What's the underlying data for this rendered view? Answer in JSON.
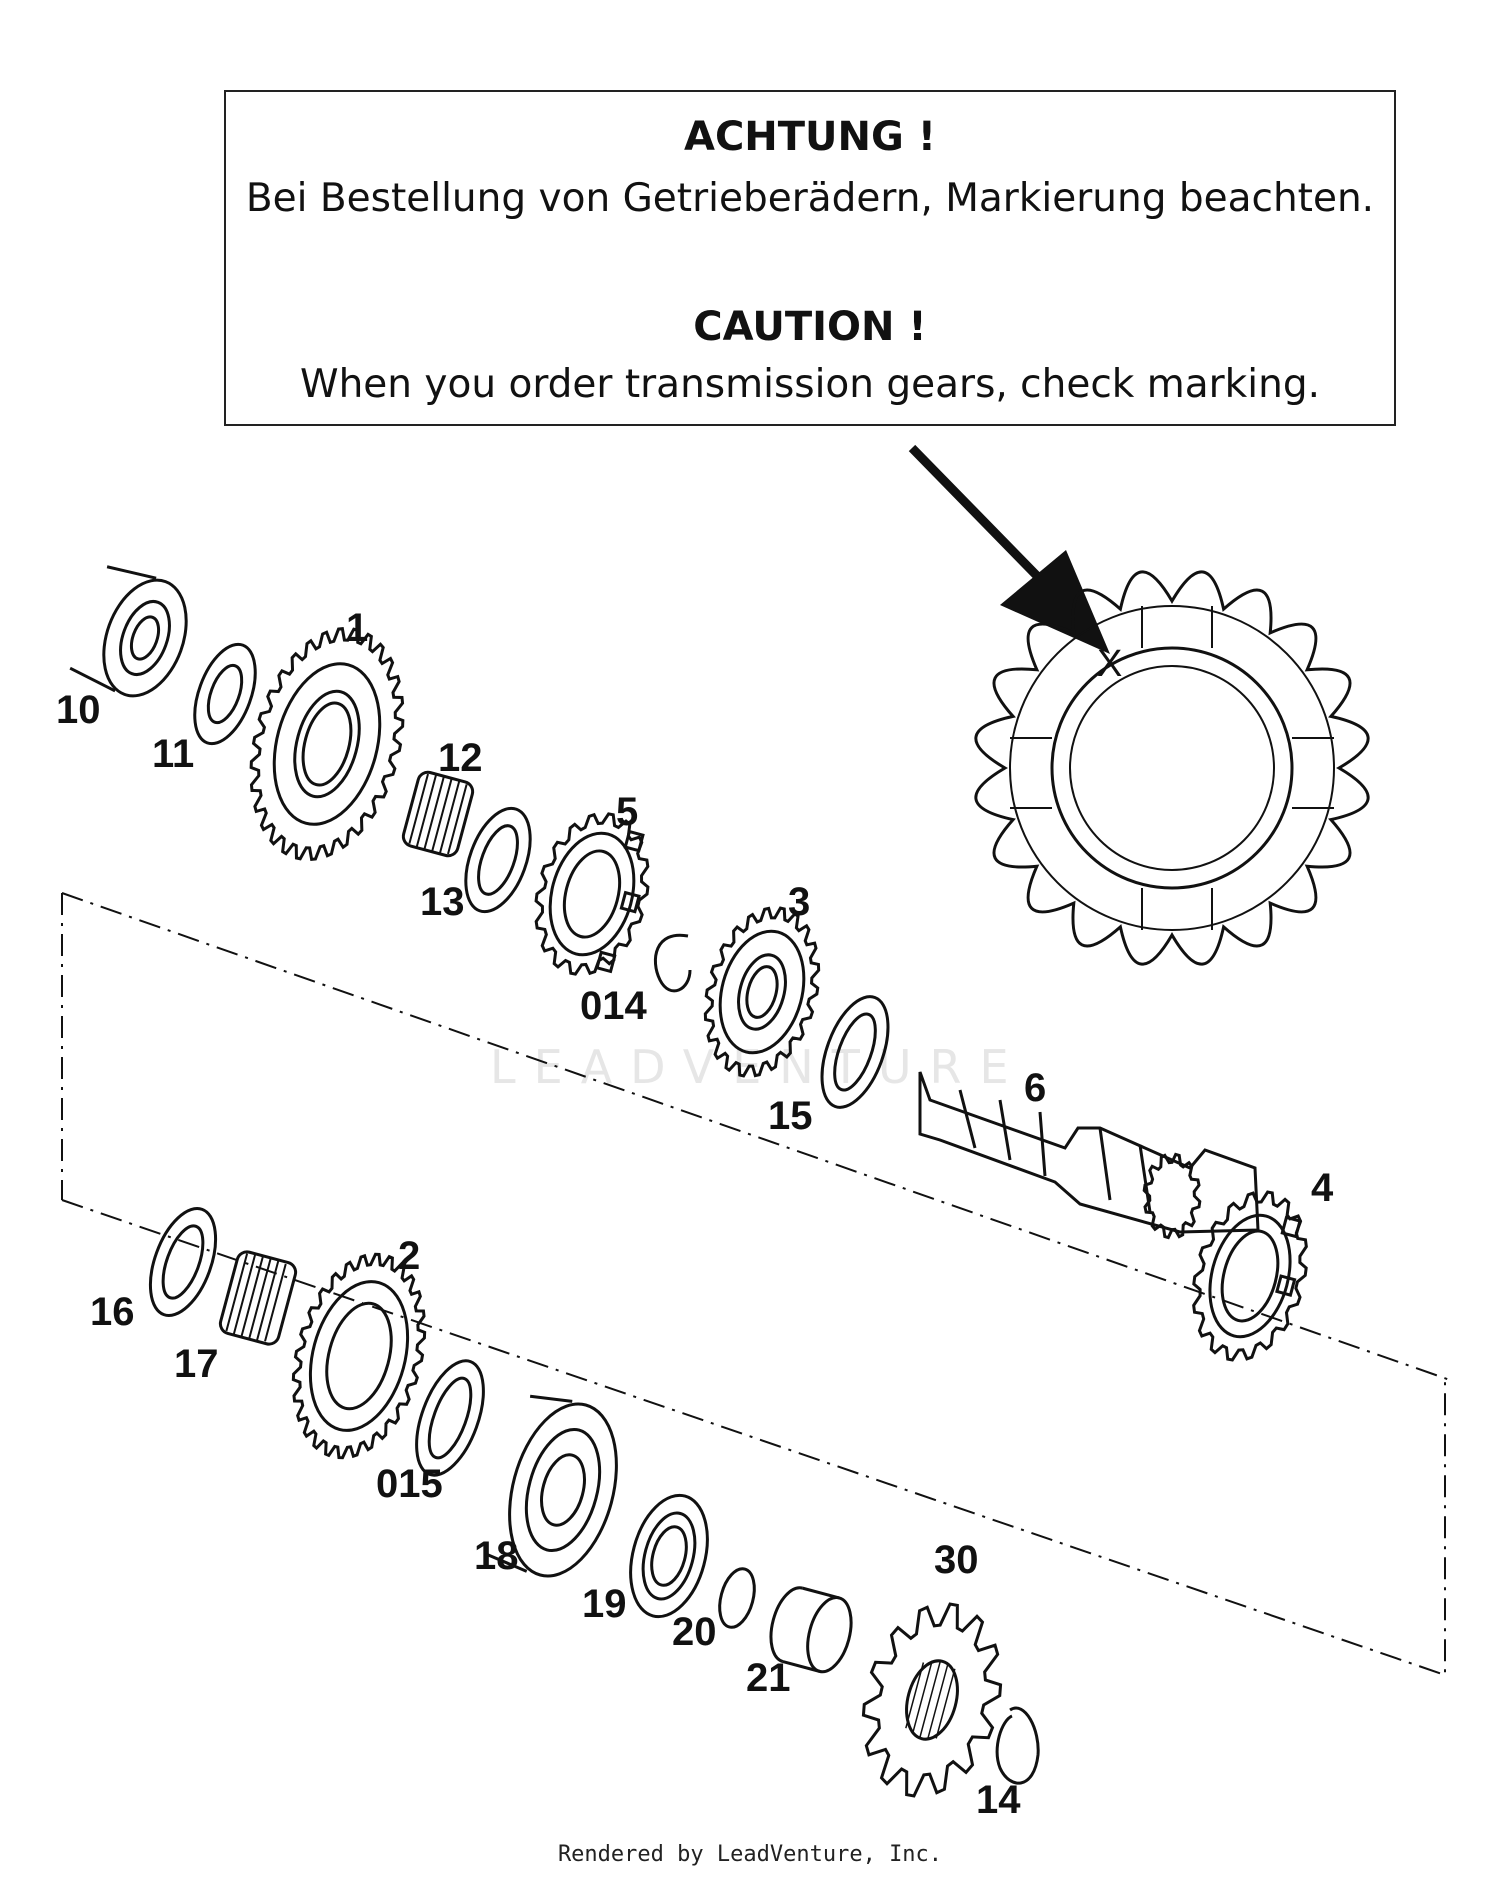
{
  "notice": {
    "heading_de": "ACHTUNG !",
    "text_de": "Bei Bestellung von Getrieberädern, Markierung beachten.",
    "heading_en": "CAUTION !",
    "text_en": "When you order transmission gears, check marking."
  },
  "diagram": {
    "marking_symbol": "X",
    "part_labels": {
      "p1": "1",
      "p2": "2",
      "p3": "3",
      "p4": "4",
      "p5": "5",
      "p6": "6",
      "p10": "10",
      "p11": "11",
      "p12": "12",
      "p13": "13",
      "p014": "014",
      "p15": "15",
      "p16": "16",
      "p17": "17",
      "p015": "015",
      "p18": "18",
      "p19": "19",
      "p20": "20",
      "p21": "21",
      "p30": "30",
      "p14": "14"
    }
  },
  "watermark": "LEADVENTURE",
  "footer": "Rendered by LeadVenture, Inc."
}
